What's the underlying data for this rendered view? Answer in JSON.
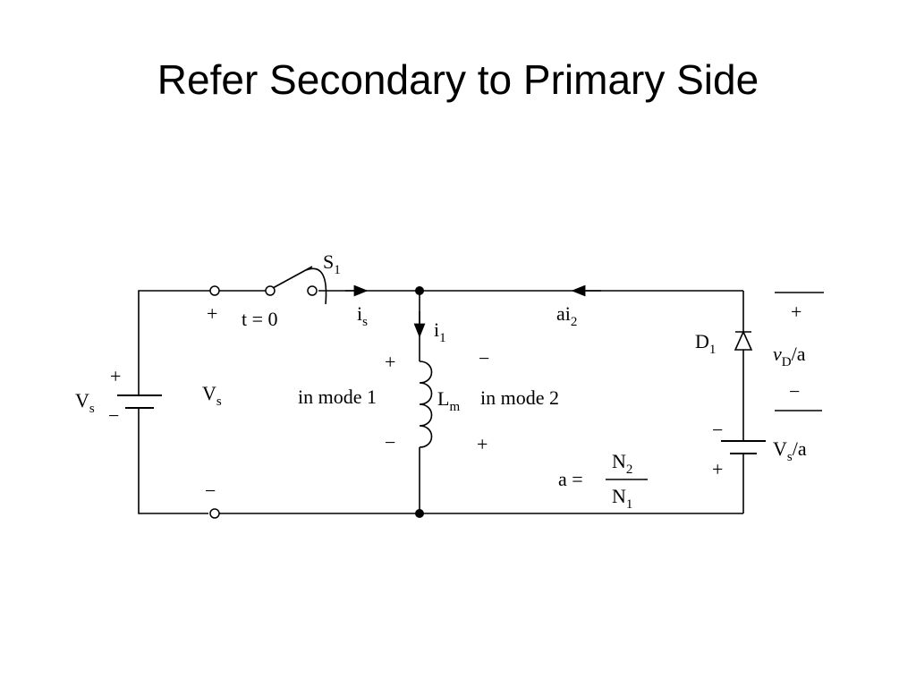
{
  "title": "Refer Secondary to Primary Side",
  "circuit": {
    "source": {
      "plus": "+",
      "name": "V",
      "sub": "s",
      "minus": "−"
    },
    "switch": {
      "name": "S",
      "sub": "1",
      "time": "t = 0"
    },
    "input_plus": "+",
    "input_minus": "−",
    "input_voltage": {
      "name": "V",
      "sub": "s"
    },
    "source_current": {
      "name": "i",
      "sub": "s"
    },
    "inductor_current": {
      "name": "i",
      "sub": "1"
    },
    "inductor": {
      "name": "L",
      "sub": "m"
    },
    "mode1": {
      "plus": "+",
      "minus": "−",
      "label": "in mode 1"
    },
    "mode2": {
      "minus": "−",
      "plus": "+",
      "label": "in mode 2"
    },
    "reflected_current": {
      "name": "ai",
      "sub": "2"
    },
    "diode": {
      "name": "D",
      "sub": "1"
    },
    "diode_voltage": {
      "plus": "+",
      "name": "v",
      "sub": "D",
      "suffix": "/a",
      "minus": "−"
    },
    "reflected_source": {
      "minus": "−",
      "name": "V",
      "sub": "s",
      "suffix": "/a",
      "plus": "+"
    },
    "ratio": {
      "lhs": "a =",
      "numerator": "N",
      "numerator_sub": "2",
      "denominator": "N",
      "denominator_sub": "1"
    }
  }
}
